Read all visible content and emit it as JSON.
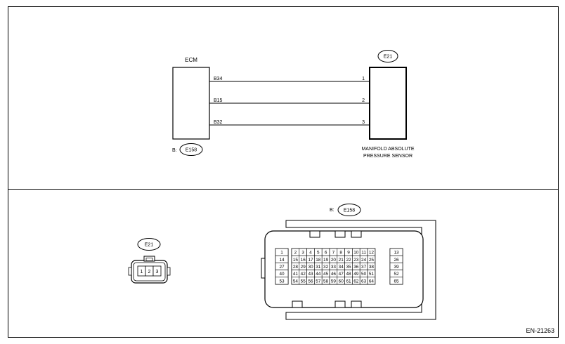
{
  "ecm": {
    "label": "ECM",
    "connector_prefix": "B:",
    "connector_id": "E158",
    "pins": [
      "B34",
      "B15",
      "B32"
    ]
  },
  "sensor": {
    "connector_id": "E21",
    "name_line1": "MANIFOLD ABSOLUTE",
    "name_line2": "PRESSURE SENSOR",
    "pins": [
      "1",
      "2",
      "3"
    ]
  },
  "e21_connector": {
    "id": "E21",
    "pins": [
      "1",
      "2",
      "3"
    ]
  },
  "e158_connector": {
    "prefix": "B:",
    "id": "E158",
    "rows": [
      [
        "1",
        "2",
        "3",
        "4",
        "5",
        "6",
        "7",
        "8",
        "9",
        "10",
        "11",
        "12",
        "13"
      ],
      [
        "14",
        "15",
        "16",
        "17",
        "18",
        "19",
        "20",
        "21",
        "22",
        "23",
        "24",
        "25",
        "26"
      ],
      [
        "27",
        "28",
        "29",
        "30",
        "31",
        "32",
        "33",
        "34",
        "35",
        "36",
        "37",
        "38",
        "39"
      ],
      [
        "40",
        "41",
        "42",
        "43",
        "44",
        "45",
        "46",
        "47",
        "48",
        "49",
        "50",
        "51",
        "52"
      ],
      [
        "53",
        "54",
        "55",
        "56",
        "57",
        "58",
        "59",
        "60",
        "61",
        "62",
        "63",
        "64",
        "65"
      ]
    ]
  },
  "figure_id": "EN-21263"
}
